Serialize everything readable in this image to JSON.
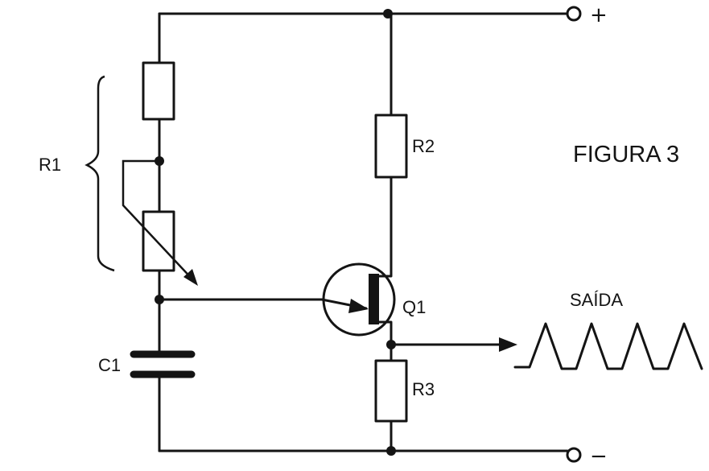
{
  "figure_title": "FIGURA 3",
  "labels": {
    "r1": "R1",
    "r2": "R2",
    "r3": "R3",
    "c1": "C1",
    "q1": "Q1",
    "output": "SAÍDA",
    "positive": "+",
    "negative": "−"
  },
  "colors": {
    "ink": "#141414",
    "paper": "#ffffff"
  }
}
